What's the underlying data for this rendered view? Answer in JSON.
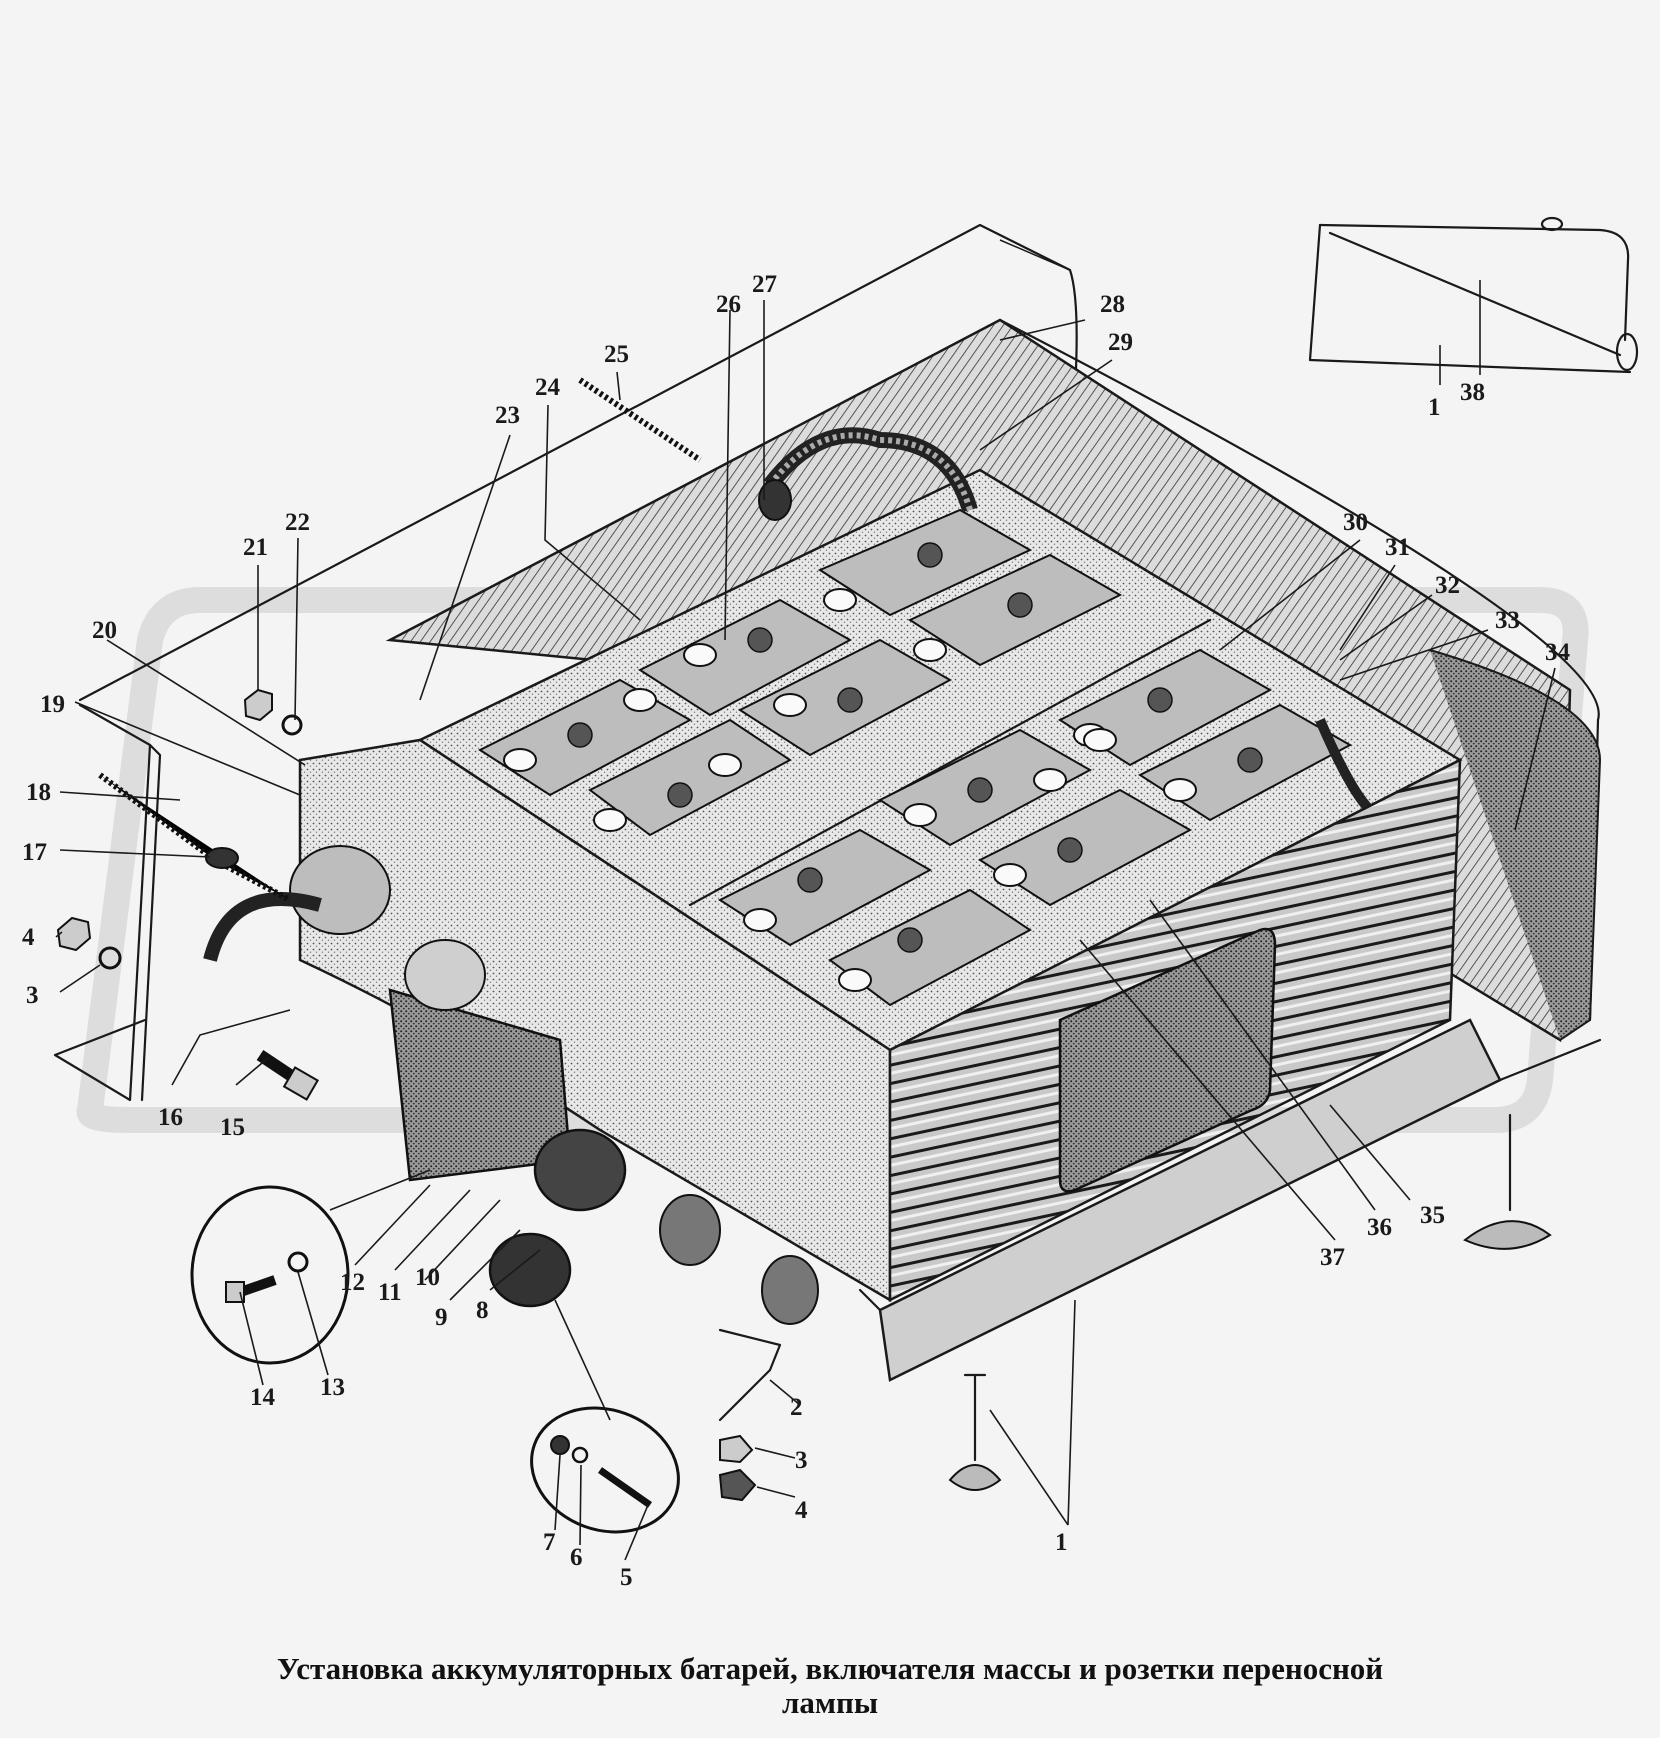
{
  "caption": {
    "line1": "Установка аккумуляторных батарей, включателя массы и розетки переносной",
    "line2": "лампы"
  },
  "callouts": {
    "c1_inset": "1",
    "c1_bottom": "1",
    "c2": "2",
    "c3_left": "3",
    "c3_bottom": "3",
    "c4_left": "4",
    "c4_bottom": "4",
    "c5": "5",
    "c6": "6",
    "c7": "7",
    "c8": "8",
    "c9": "9",
    "c10": "10",
    "c11": "11",
    "c12": "12",
    "c13": "13",
    "c14": "14",
    "c15": "15",
    "c16": "16",
    "c17": "17",
    "c18": "18",
    "c19": "19",
    "c20": "20",
    "c21": "21",
    "c22": "22",
    "c23": "23",
    "c24": "24",
    "c25": "25",
    "c26": "26",
    "c27": "27",
    "c28": "28",
    "c29": "29",
    "c30": "30",
    "c31": "31",
    "c32": "32",
    "c33": "33",
    "c34": "34",
    "c35": "35",
    "c36": "36",
    "c37": "37",
    "c38": "38"
  }
}
